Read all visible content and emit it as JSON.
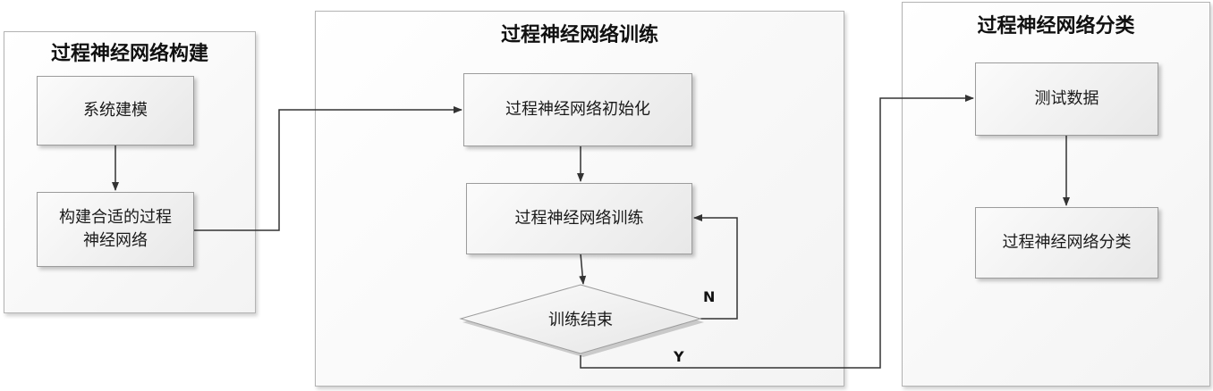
{
  "panels": {
    "construct": {
      "title": "过程神经网络构建"
    },
    "train": {
      "title": "过程神经网络训练"
    },
    "classify": {
      "title": "过程神经网络分类"
    }
  },
  "nodes": {
    "system_modeling": "系统建模",
    "build_network_line1": "构建合适的过程",
    "build_network_line2": "神经网络",
    "init": "过程神经网络初始化",
    "training": "过程神经网络训练",
    "decision": "训练结束",
    "test_data": "测试数据",
    "classification": "过程神经网络分类"
  },
  "edge_labels": {
    "no": "N",
    "yes": "Y"
  }
}
